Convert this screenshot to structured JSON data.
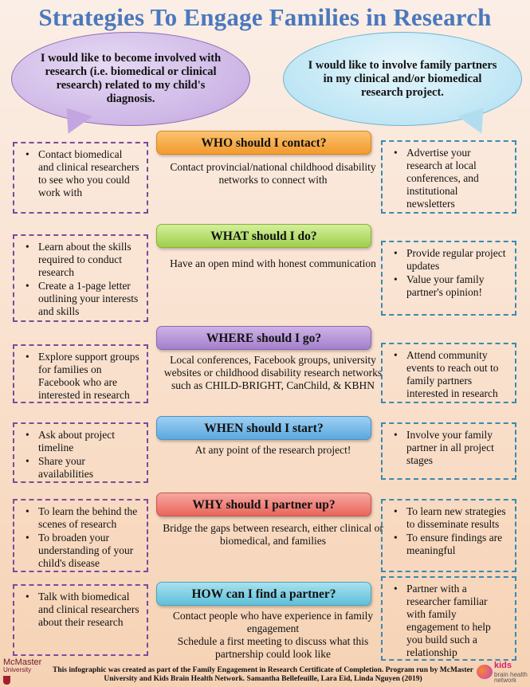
{
  "title": "Strategies To Engage Families in Research",
  "bubbles": {
    "left": "I would like to become involved with research (i.e. biomedical or clinical research) related to my child's diagnosis.",
    "right": "I would like to involve family partners in my clinical and/or biomedical research project."
  },
  "sections": [
    {
      "heading": "WHO should I contact?",
      "color": "#f39a2c",
      "center": "Contact provincial/national childhood disability networks to connect with",
      "left": [
        "Contact biomedical and clinical researchers to see who you could work with"
      ],
      "right": [
        "Advertise your research at local conferences, and institutional newsletters"
      ]
    },
    {
      "heading": "WHAT should I do?",
      "color": "#9fcf4d",
      "center": "Have an open mind with honest communication",
      "left": [
        "Learn about the skills required to conduct research",
        "Create a 1-page letter outlining your interests and skills"
      ],
      "right": [
        "Provide regular project updates",
        "Value your family partner's opinion!"
      ]
    },
    {
      "heading": "WHERE should I go?",
      "color": "#a57fcc",
      "center": "Local conferences, Facebook groups, university websites or childhood disability research networks such as CHILD-BRIGHT, CanChild, & KBHN",
      "left": [
        "Explore support groups for families on Facebook who are interested in research"
      ],
      "right": [
        "Attend community events to reach out to family partners interested in research"
      ]
    },
    {
      "heading": "WHEN should I start?",
      "color": "#5aa9e0",
      "center": "At any point of the research project!",
      "left": [
        "Ask about project timeline",
        "Share your availabilities"
      ],
      "right": [
        "Involve your family partner in all project stages"
      ]
    },
    {
      "heading": "WHY should I partner up?",
      "color": "#e8665c",
      "center": "Bridge the gaps between research, either clinical or biomedical, and families",
      "left": [
        "To learn the behind the scenes of research",
        "To broaden your understanding of your child's disease"
      ],
      "right": [
        "To learn new strategies to disseminate results",
        "To ensure findings are meaningful"
      ]
    },
    {
      "heading": "HOW can I find a partner?",
      "color": "#5ec0da",
      "center": "Contact people who have experience in family engagement",
      "center2": "Schedule a first meeting to discuss what this partnership could look like",
      "left": [
        "Talk with biomedical and clinical researchers about their research"
      ],
      "right": [
        "Partner with a researcher familiar with family engagement to help you build such a relationship"
      ]
    }
  ],
  "footer": "This infographic was created as part of the Family Engagement in Research Certificate of Completion. Program run by McMaster University and Kids Brain Health Network. Samantha Bellefeuille, Lara Eid, Linda Nguyen (2019)",
  "logos": {
    "left_line1": "McMaster",
    "left_line2": "University",
    "right_line1": "kids",
    "right_line2": "brain health",
    "right_line3": "network"
  }
}
